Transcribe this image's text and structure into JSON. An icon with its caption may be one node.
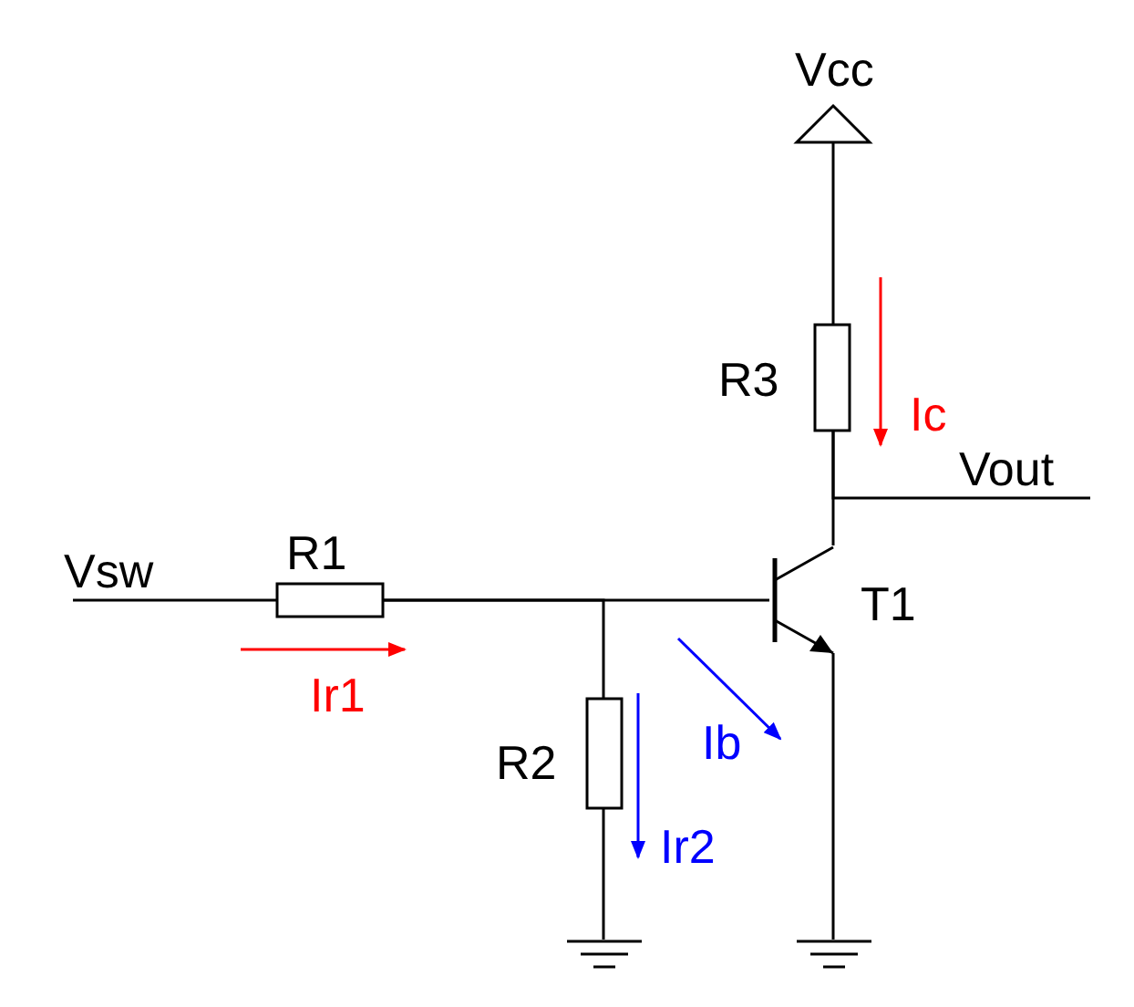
{
  "diagram": {
    "nodes": [
      {
        "text": [
          "Vcc"
        ]
      },
      {
        "text": [
          "R3"
        ]
      },
      {
        "text": [
          "Vout"
        ]
      },
      {
        "text": [
          "Vsw"
        ]
      },
      {
        "text": [
          "R1"
        ]
      },
      {
        "text": [
          "T1"
        ]
      },
      {
        "text": [
          "R2"
        ]
      },
      {
        "text": [],
        "shape": "ground"
      },
      {
        "text": [],
        "shape": "ground"
      }
    ],
    "edges": [
      {
        "from": 0,
        "to": 1,
        "arrow": "none"
      },
      {
        "from": 1,
        "to": 5,
        "arrow": "none"
      },
      {
        "from": 1,
        "to": 2,
        "arrow": "none"
      },
      {
        "from": 3,
        "to": 4,
        "arrow": "none"
      },
      {
        "from": 4,
        "to": 5,
        "arrow": "none"
      },
      {
        "from": 4,
        "to": 6,
        "arrow": "none"
      },
      {
        "from": 6,
        "to": 7,
        "arrow": "none"
      },
      {
        "from": 5,
        "to": 8,
        "arrow": "none"
      }
    ],
    "labels": [
      "Ic",
      "Ir1",
      "Ib",
      "Ir2"
    ]
  }
}
